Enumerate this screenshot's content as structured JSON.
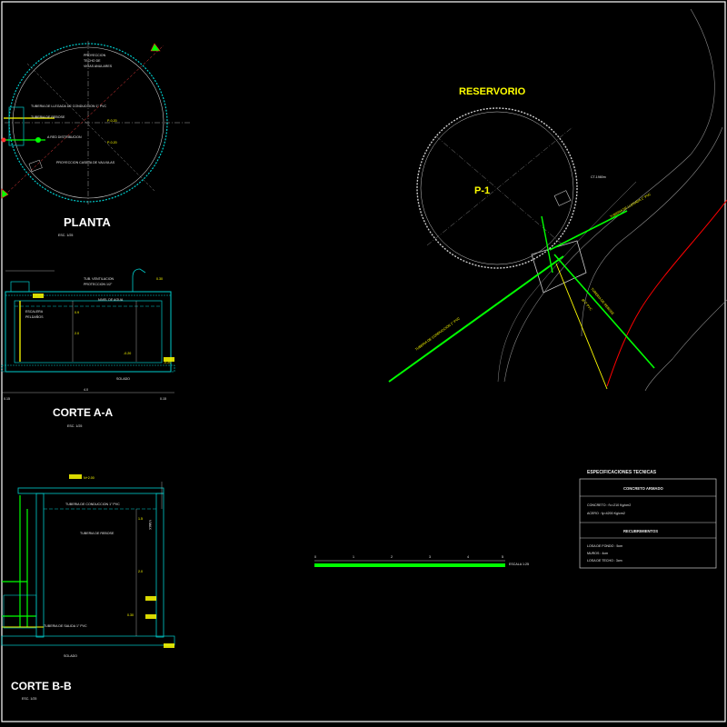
{
  "colors": {
    "background": "#000000",
    "frame": "#ffffff",
    "concrete": "#00ffff",
    "pipe_green": "#00ff00",
    "pipe_yellow": "#ffff00",
    "text_yellow": "#ffff00",
    "text_white": "#ffffff",
    "contour_red": "#ff0000",
    "contour_grey": "#8a8a8a"
  },
  "views": {
    "planta": {
      "title": "PLANTA",
      "scale": "ESC. 1/25"
    },
    "corte_aa": {
      "title": "CORTE A-A",
      "scale": "ESC. 1/25"
    },
    "corte_bb": {
      "title": "CORTE B-B",
      "scale": "ESC. 1/25"
    },
    "site": {
      "title": "RESERVORIO",
      "tank_label": "P-1"
    }
  },
  "planta_notes": {
    "n1": "PROYECCION",
    "n2": "TECHO DE",
    "n3": "VIGAS ANULARES",
    "n4": "TUBERIA DE LLEGADA DE CONDUCCION 1\" PVC",
    "n5": "TUBERIA DE REBOSE",
    "n6": "A RED DISTRIBUCION",
    "n7": "PROYECCION CASETA DE VALVULAS",
    "lvl1": "P-0.20",
    "lvl2": "P-0.20"
  },
  "corte_aa_notes": {
    "n1": "TUB. VENTILACION",
    "n2": "PROTECCION 1/2\"",
    "n3": "NIVEL DE AGUA",
    "n4": "ESCALERA",
    "n5": "PELDAÑOS",
    "solado": "SOLADO",
    "d_left": "0.15",
    "d_mid": "4.0",
    "d_right": "0.15",
    "h1": "0.9",
    "h2": "2.0",
    "h3": "0.30",
    "lvl_a": "-0.20",
    "lvl_b": "-0.20"
  },
  "corte_bb_notes": {
    "n1": "TUBERIA DE CONDUCCION 1\" PVC",
    "n2": "TUBERIA DE REBOSE",
    "n3": "TUBERIA DE SALIDA 1\" PVC",
    "solado": "SOLADO",
    "lvl_top": "N+2.00",
    "h1": "1.5",
    "h2": "2.0",
    "h3": "0.30",
    "dim_v": "V.MAX"
  },
  "site_notes": {
    "ct": "CT-1980m",
    "pipe1": "TUBERIA DE LLEGADA 1\" PVC",
    "pipe2": "TUBERIA DE CONDUCCION 1\" PVC",
    "pipe3": "TUBERIA DE REBOSE",
    "pipe4": "Ø 2\" PVC"
  },
  "scale_bar": {
    "ticks": [
      "0",
      "1",
      "2",
      "3",
      "4",
      "5"
    ],
    "label": "ESCALA 1:25"
  },
  "specs": {
    "title": "ESPECIFICACIONES TECNICAS",
    "sec1": "CONCRETO ARMADO",
    "r1": "CONCRETO : f'c=210 Kg/cm2",
    "r2": "ACERO    : fy=4200 Kg/cm2",
    "sec2": "RECUBRIMIENTOS",
    "r3": "LOSA DE FONDO : 5cm",
    "r4": "MUROS  : 4cm",
    "r5": "LOSA DE TECHO : 3cm"
  }
}
